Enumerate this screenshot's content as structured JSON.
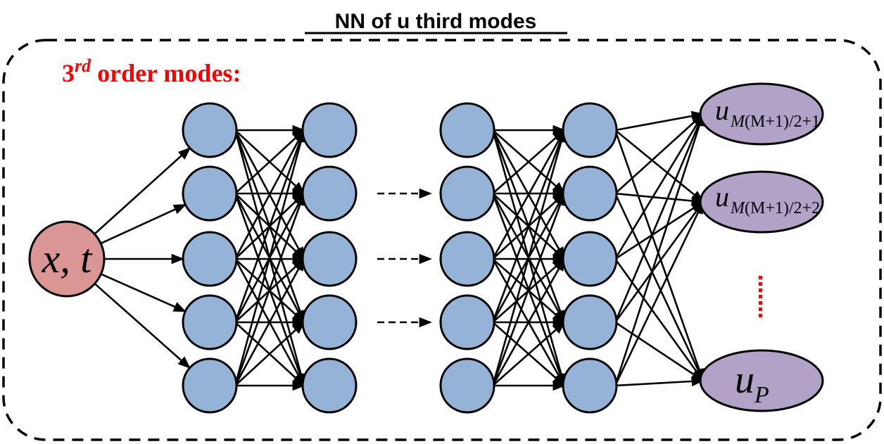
{
  "title": "NN of u third modes",
  "section_label": {
    "number": "3",
    "superscript": "rd",
    "text": " order modes",
    "colon": ":"
  },
  "input_node": {
    "text": "x, t"
  },
  "output_nodes": [
    {
      "main": "u",
      "sub_left": "M",
      "sub_rest": "(M+1)/2+1"
    },
    {
      "main": "u",
      "sub_left": "M",
      "sub_rest": "(M+1)/2+2"
    },
    {
      "main": "u",
      "sub": "P"
    }
  ],
  "colors": {
    "input_fill": "#d99694",
    "hidden_fill": "#95b3d7",
    "output_fill": "#b3a2c7",
    "stroke": "#000000",
    "accent_red": "#ff0000"
  },
  "layers": {
    "hidden_layer_count": 4,
    "nodes_per_layer": 5
  }
}
